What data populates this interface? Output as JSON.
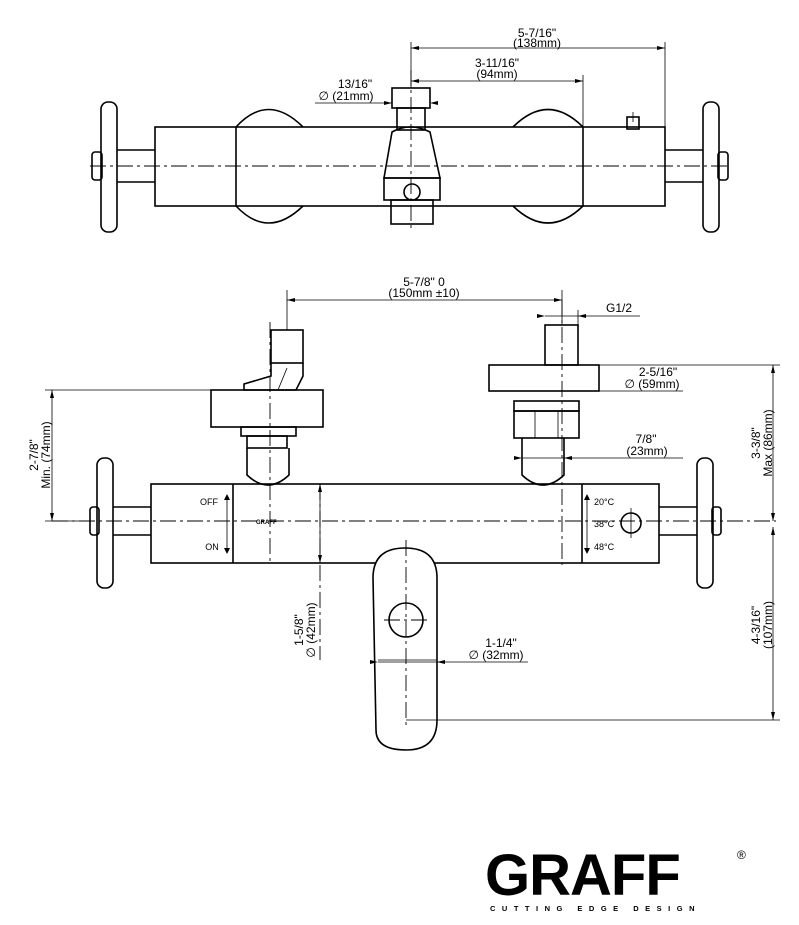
{
  "top_view": {
    "dim_overall": {
      "line1": "5-7/16\"",
      "line2": "(138mm)"
    },
    "dim_offset": {
      "line1": "3-11/16\"",
      "line2": "(94mm)"
    },
    "dim_outlet": {
      "line1": "13/16\"",
      "line2": "∅ (21mm)"
    }
  },
  "front_view": {
    "dim_centers": {
      "line1": "5-7/8\" 0",
      "line2": "(150mm ±10)"
    },
    "dim_thread": {
      "line1": "G1/2"
    },
    "dim_flange": {
      "line1": "2-5/16\"",
      "line2": "∅ (59mm)"
    },
    "dim_nut": {
      "line1": "7/8\"",
      "line2": "(23mm)"
    },
    "dim_min_height": {
      "line1": "2-7/8\"",
      "line2": "Min. (74mm)"
    },
    "dim_max_height": {
      "line1": "3-3/8\"",
      "line2": "Max (86mm)"
    },
    "dim_body": {
      "line1": "1-5/8\"",
      "line2": "∅ (42mm)"
    },
    "dim_spout": {
      "line1": "1-1/4\"",
      "line2": "∅ (32mm)"
    },
    "dim_spout_drop": {
      "line1": "4-3/16\"",
      "line2": "(107mm)"
    },
    "handle_left": {
      "off": "OFF",
      "on": "ON",
      "brand": "GRAFF"
    },
    "handle_right": {
      "t1": "20°C",
      "t2": "38°C",
      "t3": "48°C"
    }
  },
  "logo": {
    "name": "GRAFF",
    "tagline": "CUTTING EDGE DESIGN",
    "mark": "®"
  }
}
